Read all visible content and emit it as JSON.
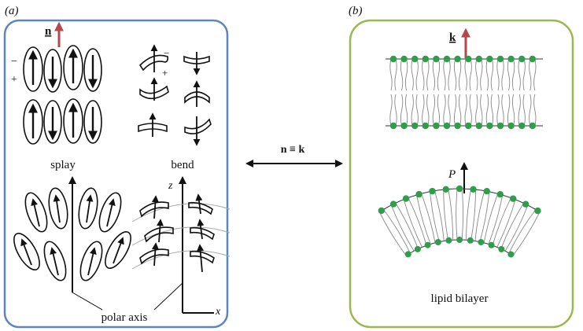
{
  "panel_a": {
    "label": "(a)",
    "border_color": "#5b86c0",
    "director_label": "n",
    "director_color": "#b5484a",
    "minus": "−",
    "plus": "+",
    "splay_label": "splay",
    "bend_label": "bend",
    "polar_axis_label": "polar axis",
    "z_label": "z",
    "x_label": "x"
  },
  "center": {
    "label": "n ≡ k",
    "color": "#b5484a"
  },
  "panel_b": {
    "label": "(b)",
    "border_color": "#9ab850",
    "k_label": "k",
    "k_color": "#b5484a",
    "p_label": "P",
    "bilayer_label": "lipid bilayer",
    "head_color": "#2e9e4a"
  }
}
